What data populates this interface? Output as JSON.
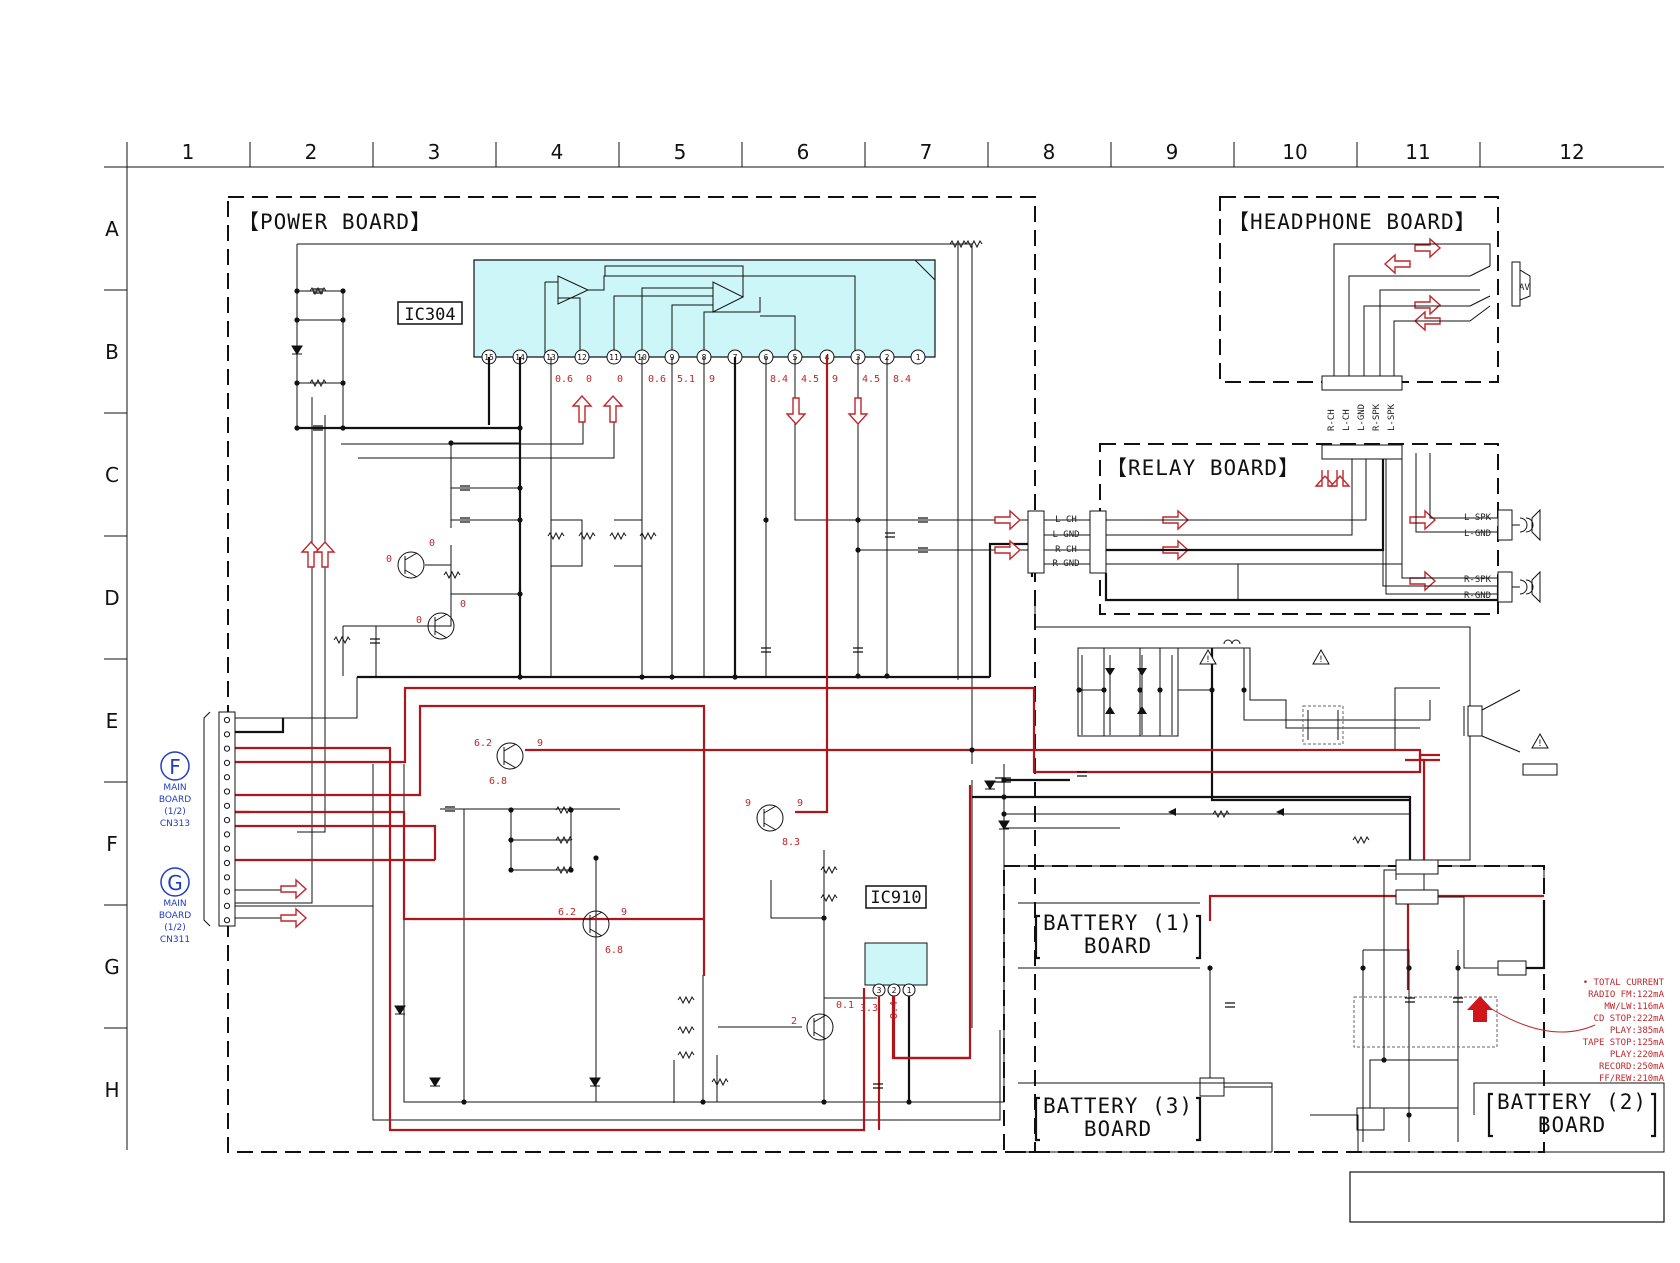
{
  "grid": {
    "columns": [
      "1",
      "2",
      "3",
      "4",
      "5",
      "6",
      "7",
      "8",
      "9",
      "10",
      "11",
      "12"
    ],
    "rows": [
      "A",
      "B",
      "C",
      "D",
      "E",
      "F",
      "G",
      "H"
    ]
  },
  "boards": {
    "power": "【POWER BOARD】",
    "headphone": "【HEADPHONE BOARD】",
    "relay": "【RELAY BOARD】",
    "battery1": [
      "BATTERY (1)",
      "BOARD"
    ],
    "battery2": [
      "BATTERY (2)",
      "BOARD"
    ],
    "battery3": [
      "BATTERY (3)",
      "BOARD"
    ]
  },
  "ics": {
    "ic304": "IC304",
    "ic910": "IC910",
    "ic304_pins": [
      "15",
      "14",
      "13",
      "12",
      "11",
      "10",
      "9",
      "8",
      "7",
      "6",
      "5",
      "4",
      "3",
      "2",
      "1"
    ],
    "ic304_voltages": [
      "0.6",
      "0",
      "0",
      "0.6",
      "5.1",
      "9",
      "8.4",
      "4.5",
      "9",
      "4.5",
      "8.4"
    ],
    "ic910_pins": [
      "3",
      "2",
      "1"
    ],
    "ic910_voltages": [
      "3.3",
      "8.4"
    ]
  },
  "transistor_voltages": {
    "q1": [
      "0",
      "0"
    ],
    "q2": [
      "0",
      "0"
    ],
    "q3": [
      "6.2",
      "9",
      "6.8"
    ],
    "q4": [
      "9",
      "9",
      "8.3"
    ],
    "q5": [
      "6.2",
      "9",
      "6.8"
    ],
    "q6": [
      "2",
      "0.1"
    ]
  },
  "connectors": {
    "relay_left": [
      "L-CH",
      "L-GND",
      "R-CH",
      "R-GND"
    ],
    "relay_right_top": [
      "L-SPK",
      "L-GND"
    ],
    "relay_right_bottom": [
      "R-SPK",
      "R-GND"
    ],
    "headphone_relay": [
      "R-CH",
      "L-CH",
      "L-GND",
      "R-SPK",
      "L-SPK"
    ],
    "av": "AV"
  },
  "side_refs": {
    "F": {
      "letter": "F",
      "lines": [
        "MAIN",
        "BOARD",
        "(1/2)",
        "CN313"
      ]
    },
    "G": {
      "letter": "G",
      "lines": [
        "MAIN",
        "BOARD",
        "(1/2)",
        "CN311"
      ]
    }
  },
  "current_note": [
    "• TOTAL CURRENT",
    "RADIO FM:122mA",
    "MW/LW:116mA",
    "CD STOP:222mA",
    "PLAY:385mA",
    "TAPE STOP:125mA",
    "PLAY:220mA",
    "RECORD:250mA",
    "FF/REW:210mA"
  ],
  "colors": {
    "signal_red": "#b0151b",
    "ic_fill": "#cdf6f8",
    "ref_blue": "#1f3dc8"
  }
}
